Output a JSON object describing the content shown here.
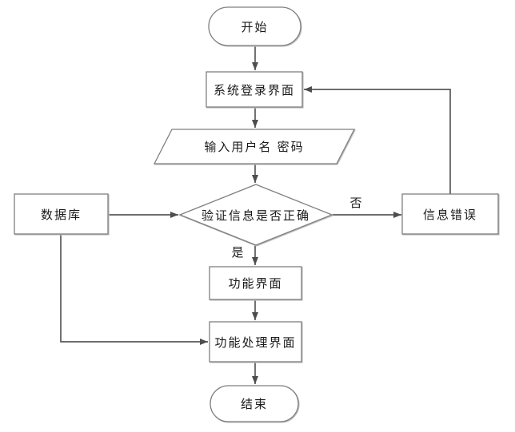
{
  "diagram": {
    "type": "flowchart",
    "background": "#ffffff",
    "colors": {
      "connector": "#595959",
      "node_border": "#7f7f7f",
      "node_fill": "#ffffff",
      "text": "#1a1a1a"
    },
    "nodes": {
      "start": {
        "label": "开始",
        "shape": "terminator"
      },
      "login_screen": {
        "label": "系统登录界面",
        "shape": "process"
      },
      "input_credentials": {
        "label": "输入用户名 密码",
        "shape": "data-parallelogram"
      },
      "verify_info": {
        "label": "验证信息是否正确",
        "shape": "decision-diamond"
      },
      "database": {
        "label": "数据库",
        "shape": "process"
      },
      "info_error": {
        "label": "信息错误",
        "shape": "process"
      },
      "function_screen": {
        "label": "功能界面",
        "shape": "process"
      },
      "function_process_screen": {
        "label": "功能处理界面",
        "shape": "process"
      },
      "end": {
        "label": "结束",
        "shape": "terminator"
      }
    },
    "edge_labels": {
      "yes": "是",
      "no": "否"
    }
  }
}
